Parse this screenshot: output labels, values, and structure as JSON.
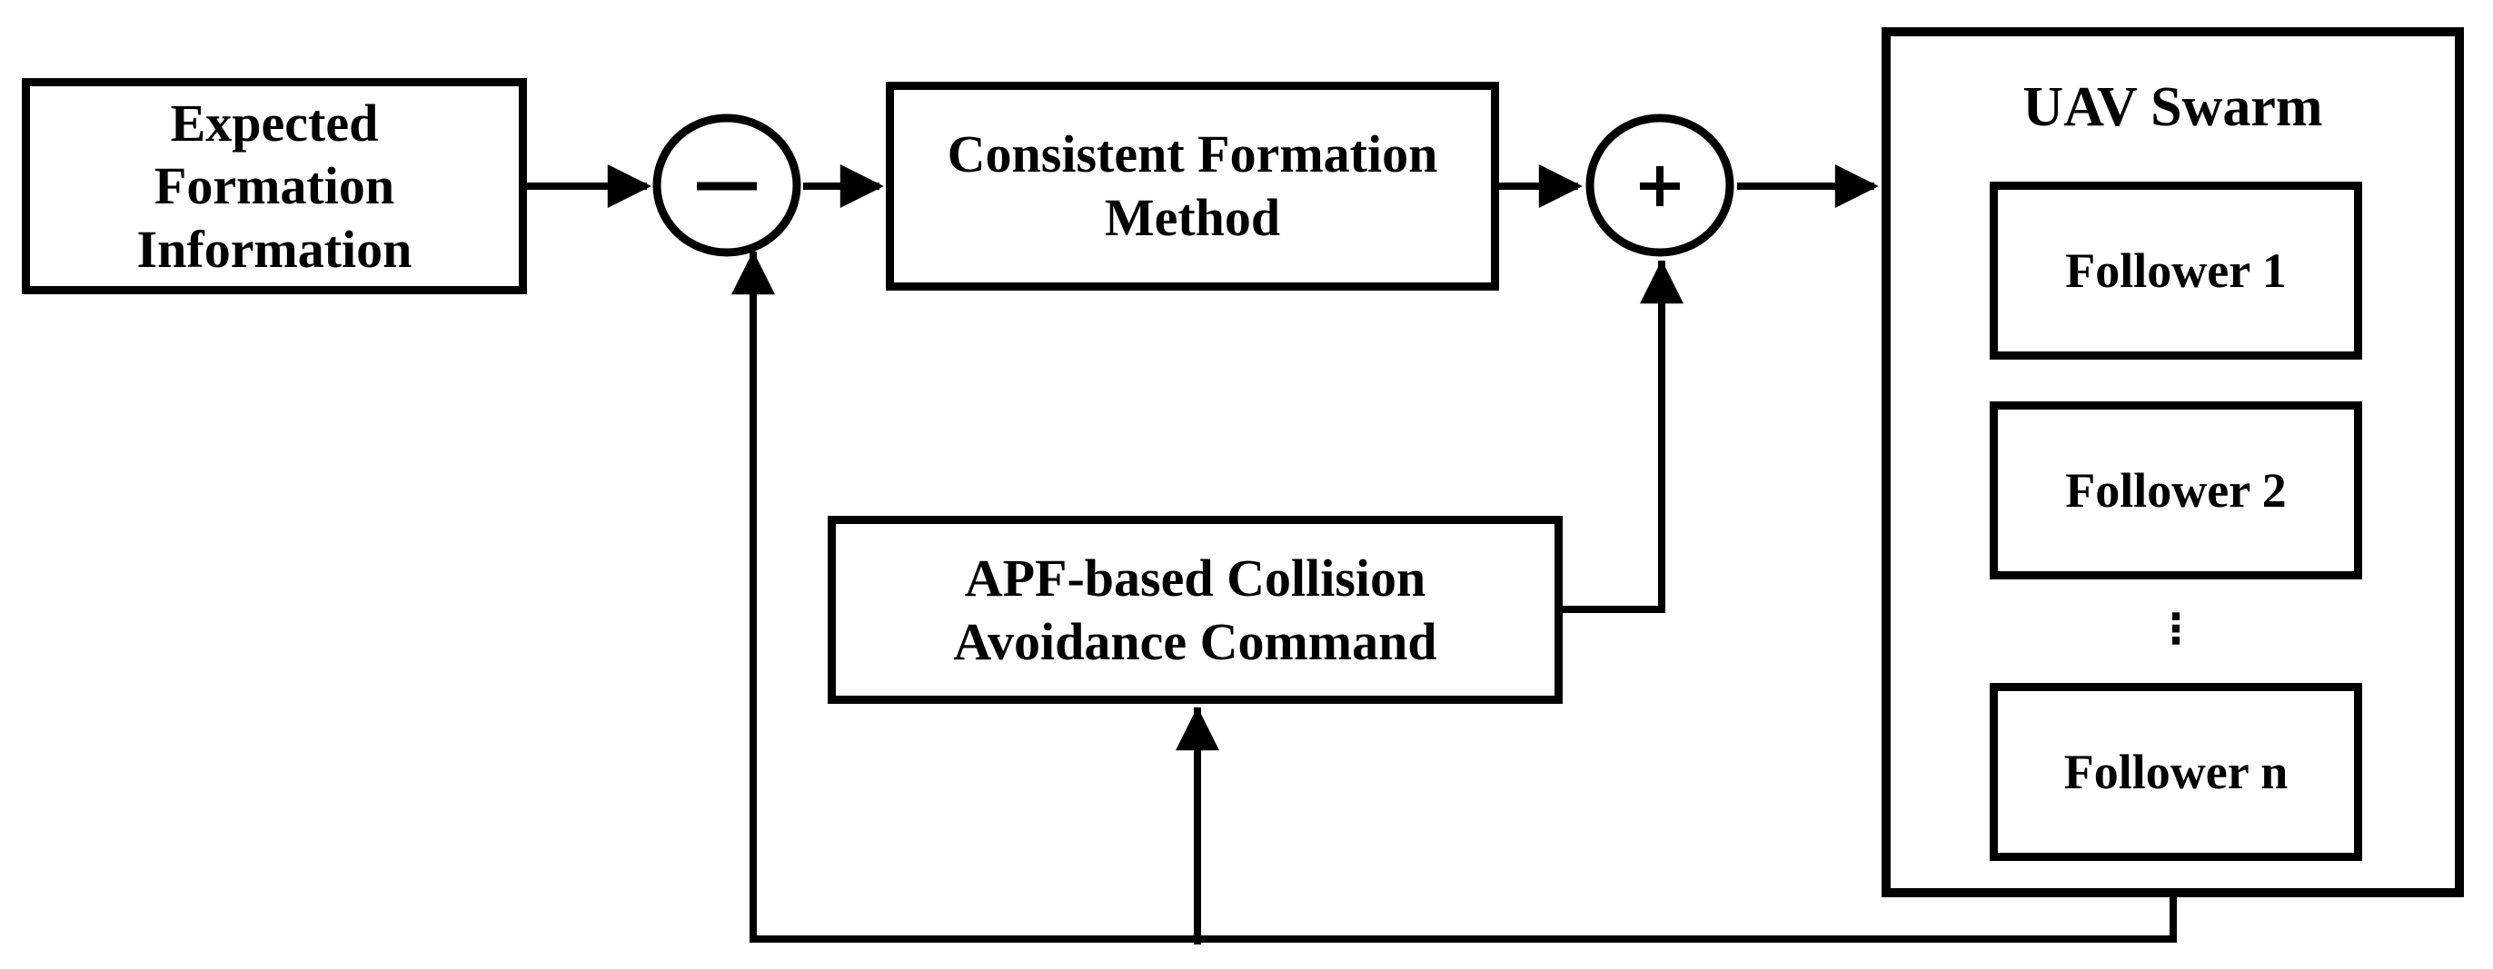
{
  "figure": {
    "colors": {
      "ink": "#000000",
      "background": "#ffffff"
    },
    "nodes": {
      "expected_formation": {
        "label": "Expected\nFormation\nInformation"
      },
      "sum_junction_minus": {
        "sign": "−"
      },
      "consistent_formation": {
        "label": "Consistent Formation\nMethod"
      },
      "sum_junction_plus": {
        "sign": "+"
      },
      "apf_collision": {
        "label": "APF-based Collision\nAvoidance Command"
      },
      "uav_swarm": {
        "title": "UAV Swarm",
        "followers": [
          "Follower 1",
          "Follower 2"
        ],
        "ellipsis": "⋮",
        "follower_n": "Follower n"
      }
    }
  }
}
